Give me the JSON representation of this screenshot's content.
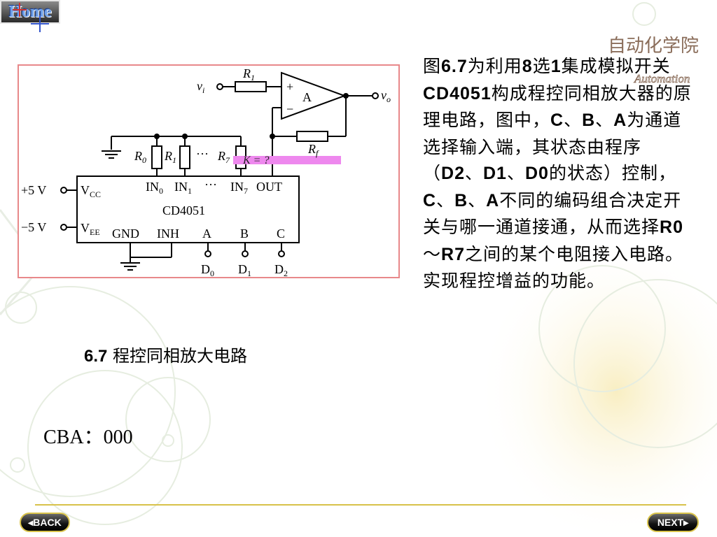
{
  "colors": {
    "frame_border": "#e8888a",
    "footer_line": "#d8c24a",
    "accent_magenta": "#ee88ee"
  },
  "description": {
    "segments": [
      {
        "text": "图",
        "bold": false
      },
      {
        "text": "6.7",
        "bold": true
      },
      {
        "text": "为利用",
        "bold": false
      },
      {
        "text": "8",
        "bold": true
      },
      {
        "text": "选",
        "bold": false
      },
      {
        "text": "1",
        "bold": true
      },
      {
        "text": "集成模拟开关",
        "bold": false
      },
      {
        "text": "CD4051",
        "bold": true
      },
      {
        "text": "构成程控同相放大器的原理电路，图中，",
        "bold": false
      },
      {
        "text": "C",
        "bold": true
      },
      {
        "text": "、",
        "bold": false
      },
      {
        "text": "B",
        "bold": true
      },
      {
        "text": "、",
        "bold": false
      },
      {
        "text": "A",
        "bold": true
      },
      {
        "text": "为通道选择输入端，其状态由程序（",
        "bold": false
      },
      {
        "text": "D2",
        "bold": true
      },
      {
        "text": "、",
        "bold": false
      },
      {
        "text": "D1",
        "bold": true
      },
      {
        "text": "、",
        "bold": false
      },
      {
        "text": "D0",
        "bold": true
      },
      {
        "text": "的状态）控制，",
        "bold": false
      },
      {
        "text": "C",
        "bold": true
      },
      {
        "text": "、",
        "bold": false
      },
      {
        "text": "B",
        "bold": true
      },
      {
        "text": "、",
        "bold": false
      },
      {
        "text": "A",
        "bold": true
      },
      {
        "text": "不同的编码组合决定开关与哪一通道接通，从而选择",
        "bold": false
      },
      {
        "text": "R0",
        "bold": true
      },
      {
        "text": "～",
        "bold": false
      },
      {
        "text": "R7",
        "bold": true
      },
      {
        "text": "之间的某个电阻接入电路。实现程控增益的功能。",
        "bold": false
      }
    ]
  },
  "caption": {
    "number": "6.7",
    "title": " 程控同相放大电路"
  },
  "state_readout": "CBA：000",
  "logo": {
    "chinese": "自动化学院",
    "english": "Automation"
  },
  "nav": {
    "back_label": "BACK",
    "next_label": "NEXT",
    "home_label": "Home"
  },
  "circuit": {
    "vi": "v",
    "vi_sub": "i",
    "vo": "v",
    "vo_sub": "o",
    "r1": "R",
    "r1_sub": "1",
    "rf": "R",
    "rf_sub": "f",
    "r0": "R",
    "r0_sub": "0",
    "rr1": "R",
    "rr1_sub": "1",
    "r7": "R",
    "r7_sub": "7",
    "dots": "···",
    "amp": "A",
    "plus": "+",
    "minus": "−",
    "switch_label": "K  =  ?",
    "chip": "CD4051",
    "in0": "IN",
    "in0_sub": "0",
    "in1": "IN",
    "in1_sub": "1",
    "in7": "IN",
    "in7_sub": "7",
    "out": "OUT",
    "vcc": "V",
    "vcc_sub": "CC",
    "vee": "V",
    "vee_sub": "EE",
    "gnd": "GND",
    "inh": "INH",
    "pin_a": "A",
    "pin_b": "B",
    "pin_c": "C",
    "p5v": "+5 V",
    "m5v": "−5 V",
    "d0": "D",
    "d0_sub": "0",
    "d1": "D",
    "d1_sub": "1",
    "d2": "D",
    "d2_sub": "2"
  }
}
